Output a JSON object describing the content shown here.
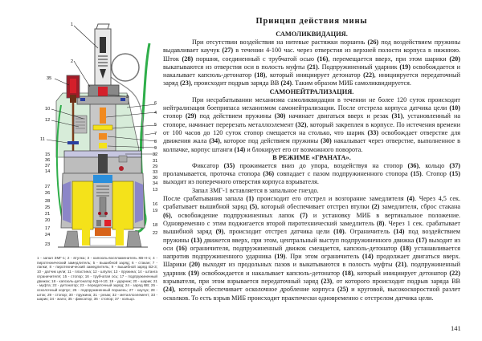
{
  "page": {
    "title": "Принцип действия мины",
    "page_number": "141"
  },
  "figure": {
    "callouts": [
      "1",
      "2",
      "35",
      "3",
      "6",
      "4",
      "10",
      "12",
      "5",
      "7",
      "11",
      "8",
      "9",
      "32",
      "15",
      "31",
      "36",
      "29",
      "37",
      "33",
      "14",
      "30",
      "34",
      "27",
      "13",
      "26",
      "28",
      "16",
      "25",
      "21",
      "19",
      "20",
      "17",
      "18",
      "24",
      "22",
      "23"
    ],
    "caption": "1 - запал ЗМГ-1; 2 - втулка; 3 - капсюль-воспламенитель КВ-Н-1; 4 - пиротехнический замедлитель; 5 - вышибной заряд; 6 - стакан; 7 - лапки; 8 - пиротехнический замедлитель; 9 - вышибной заряд ВЗ-3; 10 - датчик цели; 11 - пластина; 12 - шпули; 13 - пружина; 14 - штанга ограничителя; 15 - стопор; 16 - трубчатая ось; 17 - подпружиненный движок; 18 - капсюль-детонатор КД-Н-10; 19 - ударник; 20 - шарик; 21 - муфта; 22 - детонатор; 23 - передаточный заряд; 24 - заряд ВВ; 25 - осколочный корпус; 26 - подпружиненный поршень; 27 - каучук; 28 - шток; 29 - стопор; 30 - пружина; 31 - резак; 32 - металлоэлемент; 33 - шарик; 34 - жало; 35 - фиксатор; 36 - стопор; 37 - кольцо."
  },
  "sections": {
    "self_liquidation": {
      "heading": "САМОЛИКВИДАЦИЯ.",
      "text": [
        {
          "t": "При отсутствии воздействия на нитевые растяжки поршень "
        },
        {
          "b": "(26)"
        },
        {
          "t": " под воздействием пружины выдавливает каучук "
        },
        {
          "b": "(27)"
        },
        {
          "t": " в течении 4-100 час. через отверстия из верхней полости корпуса в нижнюю. Шток "
        },
        {
          "b": "(28)"
        },
        {
          "t": " поршня, соединенный с трубчатой осью "
        },
        {
          "b": "(16)"
        },
        {
          "t": ", перемещается вверх, при этом шарики "
        },
        {
          "b": "(20)"
        },
        {
          "t": " выкатываются из отверстия оси в полость муфты "
        },
        {
          "b": "(21)"
        },
        {
          "t": ". Подпружиненный ударник "
        },
        {
          "b": "(19)"
        },
        {
          "t": " освобождается и накалывает капсюль-детонатор "
        },
        {
          "b": "(18)"
        },
        {
          "t": ", который инициирует детонатор "
        },
        {
          "b": "(22)"
        },
        {
          "t": ", инициируется передаточный заряд "
        },
        {
          "b": "(23)"
        },
        {
          "t": ", происходит подрыв заряда ВВ "
        },
        {
          "b": "(24)"
        },
        {
          "t": ". Таким образом МИБ самоликвидируется."
        }
      ]
    },
    "self_neutralization": {
      "heading": "САМОНЕЙТРАЛИЗАЦИЯ.",
      "text": [
        {
          "t": "При несрабатывании механизма самоликвидации в течении не более 120 суток происходит нейтрализация боеприпаса механизмом самонейтрализации. После отстрела корпуса датчика цели "
        },
        {
          "b": "(10)"
        },
        {
          "t": " стопор "
        },
        {
          "b": "(29)"
        },
        {
          "t": " под действием пружины "
        },
        {
          "b": "(30)"
        },
        {
          "t": " начинает двигаться вверх и резак "
        },
        {
          "b": "(31)"
        },
        {
          "t": ", установленный на стопоре, начинает перерезать металлоэлемент "
        },
        {
          "b": "(32)"
        },
        {
          "t": ", который закреплен в корпусе. По истечения времени от 100 часов до 120 суток стопор смещается на столько, что шарик "
        },
        {
          "b": "(33)"
        },
        {
          "t": " освобождает отверстие для движения жала "
        },
        {
          "b": "(34)"
        },
        {
          "t": ", которое под действием пружины "
        },
        {
          "b": "(30)"
        },
        {
          "t": " накалывает через отверстие, выполненное в колпачке, корпус штанги "
        },
        {
          "b": "(14)"
        },
        {
          "t": " и блокирует его от возможного поворота."
        }
      ]
    },
    "grenade_mode": {
      "heading": "В РЕЖИМЕ «ГРАНАТА».",
      "text": [
        {
          "t": "Фиксатор "
        },
        {
          "b": "(35)"
        },
        {
          "t": " прожимается вниз до упора, воздействуя на стопор "
        },
        {
          "b": "(36)"
        },
        {
          "t": ", кольцо "
        },
        {
          "b": "(37)"
        },
        {
          "t": " проламывается, проточка стопора "
        },
        {
          "b": "(36)"
        },
        {
          "t": " совпадает с пазом подпружиненного стопора "
        },
        {
          "b": "(15)"
        },
        {
          "t": ". Стопор "
        },
        {
          "b": "(15)"
        },
        {
          "t": " выходит из поперечного отверстия корпуса взрывателя."
        }
      ],
      "fuse_note": "Запал ЗМГ-1 вставляется в запальное гнездо.",
      "sequence": [
        {
          "t": "После срабатывания запала "
        },
        {
          "b": "(1)"
        },
        {
          "t": " происходит его отстрел и возгорание замедлителя "
        },
        {
          "b": "(4)"
        },
        {
          "t": ". Через 4,5 сек. срабатывает вышибной заряд "
        },
        {
          "b": "(5)"
        },
        {
          "t": ", который обеспечивает отстрел втулки "
        },
        {
          "b": "(2)"
        },
        {
          "t": " замедлителя, сброс стакана "
        },
        {
          "b": "(6)"
        },
        {
          "t": ", освобождение подпружиненных лапок "
        },
        {
          "b": "(7)"
        },
        {
          "t": " и установку МИБ в вертикальное положение. Одновременно с этим поджигается второй пиротехнический замедлитель "
        },
        {
          "b": "(8)"
        },
        {
          "t": ". Через 1 сек. срабатывает вышибной заряд "
        },
        {
          "b": "(9)"
        },
        {
          "t": ", происходит отстрел датчика цели "
        },
        {
          "b": "(10)."
        },
        {
          "t": " Ограничитель "
        },
        {
          "b": "(14)"
        },
        {
          "t": " под воздействием пружины "
        },
        {
          "b": "(13)"
        },
        {
          "t": " движется вверх, при этом, центральный выступ подпружиненного движка "
        },
        {
          "b": "(17)"
        },
        {
          "t": " выходит из оси "
        },
        {
          "b": "(16)"
        },
        {
          "t": " ограничителя, подпружиненный движок смещается, капсюль-детонатор "
        },
        {
          "b": "(18)"
        },
        {
          "t": " устанавливается напротив подпружиненного ударника "
        },
        {
          "b": "(19)"
        },
        {
          "t": ". При этом ограничитель "
        },
        {
          "b": "(14)"
        },
        {
          "t": " продолжает двигаться вверх.  Шарики "
        },
        {
          "b": "(20)"
        },
        {
          "t": " выходят из продольных пазов и выкатываются в полость муфты "
        },
        {
          "b": "(21)"
        },
        {
          "t": ", подпружиненный ударник "
        },
        {
          "b": "(19)"
        },
        {
          "t": " освобождается и накалывает капсюль-детонатор "
        },
        {
          "b": "(18)"
        },
        {
          "t": ", который инициирует детонатор "
        },
        {
          "b": "(22)"
        },
        {
          "t": " взрывателя, при этом взрывается передаточный заряд "
        },
        {
          "b": "(23)"
        },
        {
          "t": ", от которого происходит подрыв заряда ВВ "
        },
        {
          "b": "(24)"
        },
        {
          "t": ", который обеспечивает осколочное дробление корпуса "
        },
        {
          "b": "(25)"
        },
        {
          "t": " и круговой, высокоскоростной разлет осколков. То есть взрыв МИБ происходит практически одновременно с отстрелом датчика цели."
        }
      ]
    }
  },
  "colors": {
    "body_green": "#cfe8d2",
    "leg_green": "#2fae4a",
    "charge_yellow": "#f4e21a",
    "frag_purple": "#8c86c8",
    "steel_gray": "#9a9a9a",
    "fuse_red": "#b0202a",
    "delay_orange": "#f08a20",
    "blue_part": "#2a7fd0",
    "detonator_orange": "#d8641a"
  }
}
